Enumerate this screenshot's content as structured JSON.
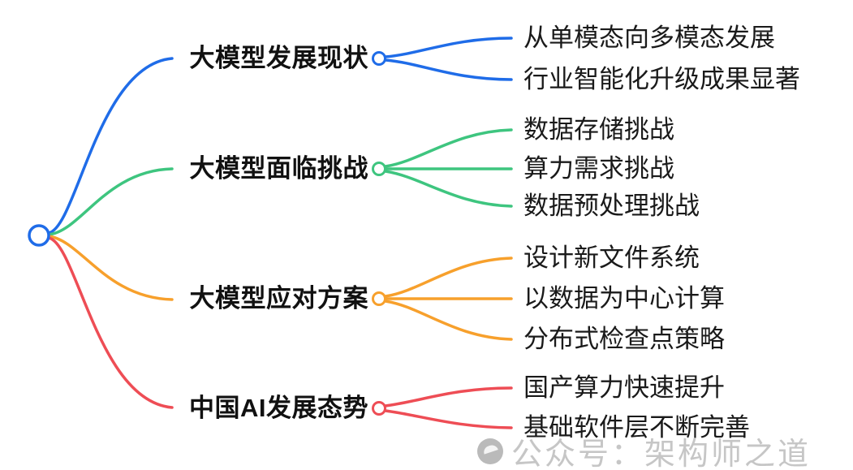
{
  "mindmap": {
    "root_color": "#1f6ce8",
    "branches": [
      {
        "label": "大模型发展现状",
        "color": "#1f6ce8",
        "children": [
          "从单模态向多模态发展",
          "行业智能化升级成果显著"
        ]
      },
      {
        "label": "大模型面临挑战",
        "color": "#3ec57f",
        "children": [
          "数据存储挑战",
          "算力需求挑战",
          "数据预处理挑战"
        ]
      },
      {
        "label": "大模型应对方案",
        "color": "#f7a02c",
        "children": [
          "设计新文件系统",
          "以数据为中心计算",
          "分布式检查点策略"
        ]
      },
      {
        "label": "中国AI发展态势",
        "color": "#ee4d55",
        "children": [
          "国产算力快速提升",
          "基础软件层不断完善"
        ]
      }
    ]
  },
  "watermark": {
    "icon": "gray-logo-circle",
    "text": "公众号：架构师之道",
    "color": "#c6c6c6"
  },
  "canvas": {
    "background": "#ffffff"
  }
}
